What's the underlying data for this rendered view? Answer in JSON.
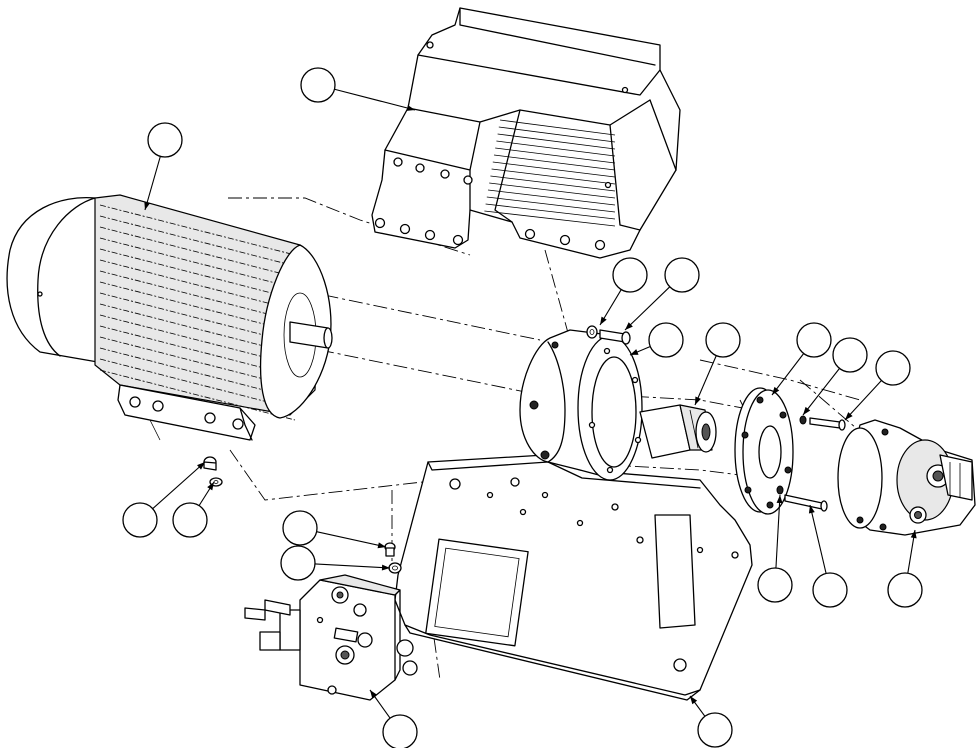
{
  "diagram": {
    "type": "exploded-assembly-view",
    "components": [
      "motor-guard-cover",
      "electric-motor",
      "motor-mounting-bolt",
      "motor-mounting-washer",
      "bell-housing",
      "bell-housing-bolt",
      "bell-housing-washer",
      "shaft-coupling",
      "pump-adapter-plate",
      "pump-bolt-washer",
      "pump-bolt",
      "hydraulic-pump",
      "base-plate",
      "valve-manifold",
      "manifold-bolt",
      "manifold-washer"
    ],
    "balloons": [
      "",
      "",
      "",
      "",
      "",
      "",
      "",
      "",
      "",
      "",
      "",
      "",
      "",
      "",
      "",
      "",
      "",
      ""
    ]
  }
}
